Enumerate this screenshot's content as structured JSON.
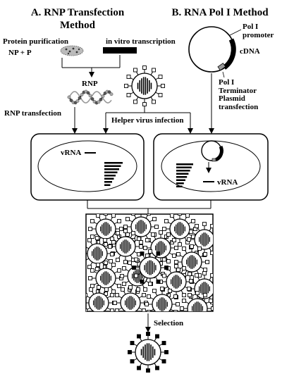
{
  "headers": {
    "rnp_line1": "A. RNP Transfection",
    "rnp_line2": "Method",
    "polI": "B. RNA Pol I Method"
  },
  "labels": {
    "protein_purification": "Protein purification",
    "np_p": "NP + P",
    "in_vitro": "in vitro transcription",
    "rnp": "RNP",
    "rnp_transfection": "RNP transfection",
    "helper_virus": "Helper virus infection",
    "polI_promoter_1": "Pol I",
    "polI_promoter_2": "promoter",
    "cdna": "cDNA",
    "polI_term_1": "Pol I",
    "polI_term_2": "Terminator",
    "plasmid_1": "Plasmid",
    "plasmid_2": "transfection",
    "vrna_left": "vRNA",
    "vrna_right": "vRNA",
    "selection": "Selection"
  }
}
